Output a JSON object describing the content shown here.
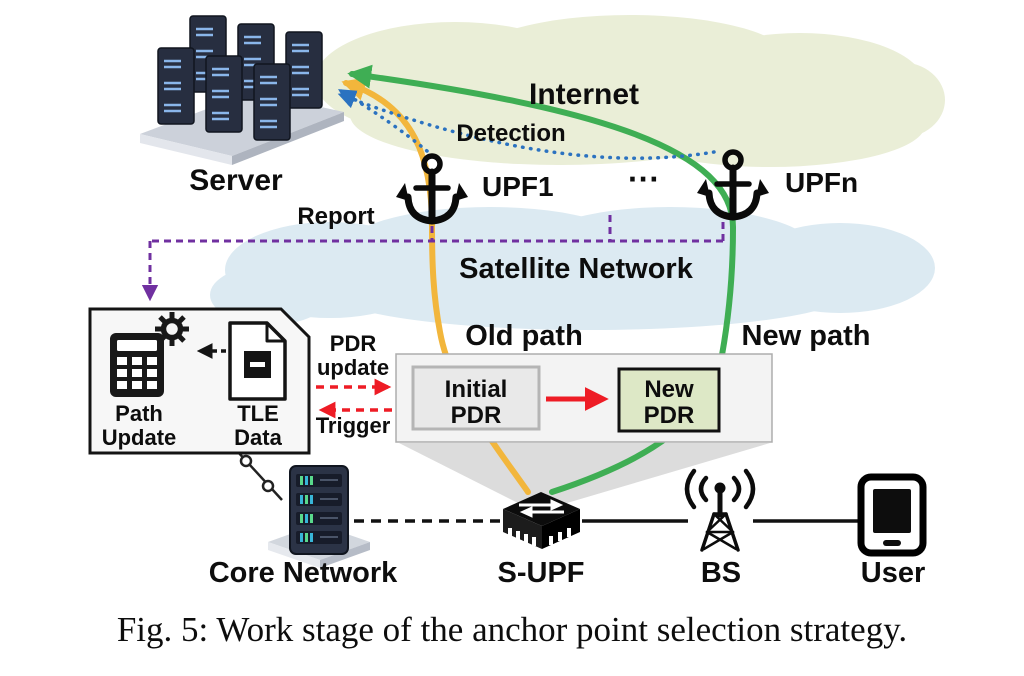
{
  "caption": "Fig. 5: Work stage of the anchor point selection strategy.",
  "colors": {
    "detection": "#2b72c0",
    "report": "#7030a0",
    "old_path": "#f2b63c",
    "new_path": "#3fae54",
    "red": "#ee1c25",
    "internet_cloud": "#eaeed7",
    "satellite_cloud": "#dceaf2",
    "new_pdr_fill": "#dde8c6",
    "initial_pdr_text": "#9e9e9e"
  },
  "clouds": {
    "internet": "Internet",
    "satellite": "Satellite Network"
  },
  "nodes": {
    "server": "Server",
    "upf1": "UPF1",
    "ellipsis": "···",
    "upfn": "UPFn",
    "core_network": "Core Network",
    "s_upf": "S-UPF",
    "bs": "BS",
    "user": "User"
  },
  "flows": {
    "detection": "Detection",
    "report": "Report",
    "old_path": "Old path",
    "new_path": "New path",
    "pdr_update_line1": "PDR",
    "pdr_update_line2": "update",
    "trigger": "Trigger"
  },
  "modules": {
    "path_update": {
      "line1": "Path",
      "line2": "Update"
    },
    "tle_data": {
      "line1": "TLE",
      "line2": "Data"
    },
    "initial_pdr": {
      "line1": "Initial",
      "line2": "PDR"
    },
    "new_pdr": {
      "line1": "New",
      "line2": "PDR"
    }
  }
}
